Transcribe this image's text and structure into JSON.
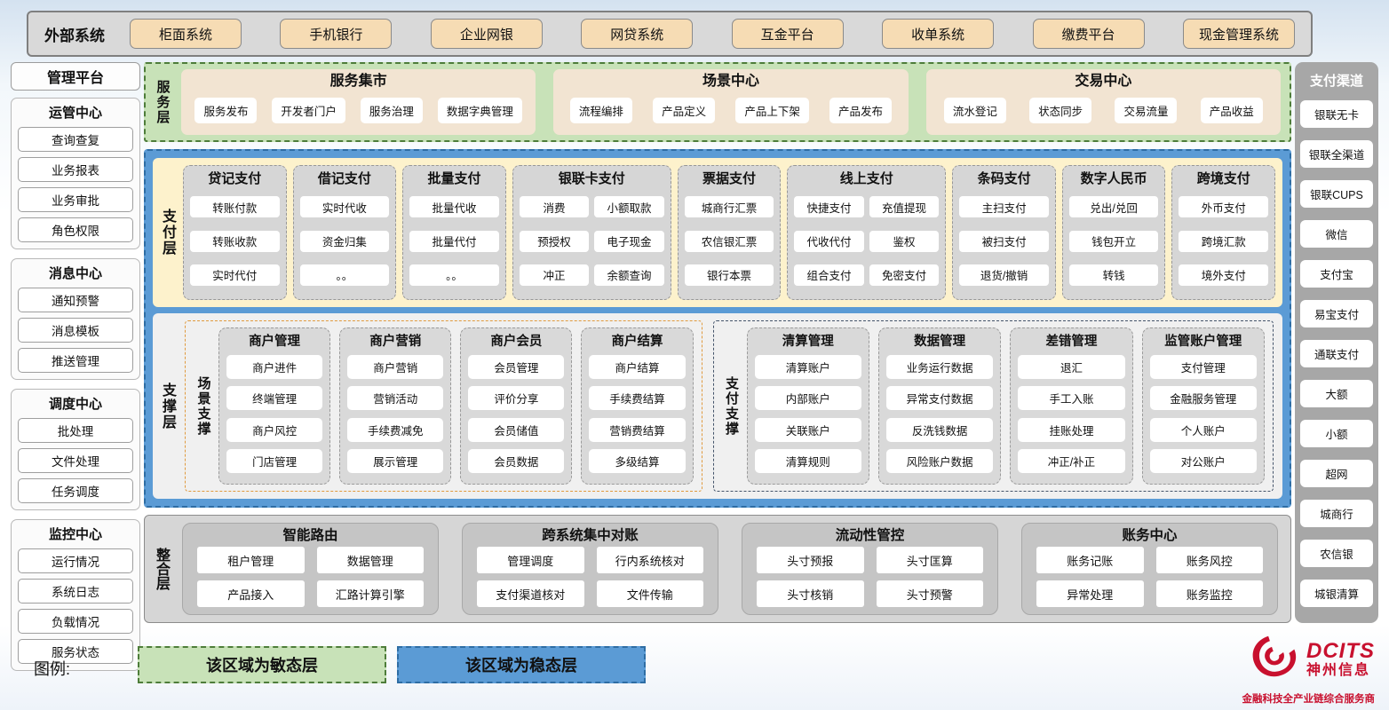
{
  "external_systems": {
    "title": "外部系统",
    "items": [
      "柜面系统",
      "手机银行",
      "企业网银",
      "网贷系统",
      "互金平台",
      "收单系统",
      "缴费平台",
      "现金管理系统"
    ]
  },
  "management_platform": {
    "title": "管理平台",
    "sections": [
      {
        "title": "运管中心",
        "items": [
          "查询查复",
          "业务报表",
          "业务审批",
          "角色权限"
        ]
      },
      {
        "title": "消息中心",
        "items": [
          "通知预警",
          "消息模板",
          "推送管理"
        ]
      },
      {
        "title": "调度中心",
        "items": [
          "批处理",
          "文件处理",
          "任务调度"
        ]
      },
      {
        "title": "监控中心",
        "items": [
          "运行情况",
          "系统日志",
          "负载情况",
          "服务状态"
        ]
      }
    ]
  },
  "service_layer": {
    "label": "服务层",
    "groups": [
      {
        "title": "服务集市",
        "items": [
          "服务发布",
          "开发者门户",
          "服务治理",
          "数据字典管理"
        ]
      },
      {
        "title": "场景中心",
        "items": [
          "流程编排",
          "产品定义",
          "产品上下架",
          "产品发布"
        ]
      },
      {
        "title": "交易中心",
        "items": [
          "流水登记",
          "状态同步",
          "交易流量",
          "产品收益"
        ]
      }
    ]
  },
  "payment_layer": {
    "label": "支付层",
    "columns": [
      {
        "title": "贷记支付",
        "cols": 1,
        "items": [
          "转账付款",
          "转账收款",
          "实时代付"
        ]
      },
      {
        "title": "借记支付",
        "cols": 1,
        "items": [
          "实时代收",
          "资金归集",
          "。。"
        ]
      },
      {
        "title": "批量支付",
        "cols": 1,
        "items": [
          "批量代收",
          "批量代付",
          "。。"
        ]
      },
      {
        "title": "银联卡支付",
        "cols": 2,
        "items": [
          "消费",
          "小额取款",
          "预授权",
          "电子现金",
          "冲正",
          "余额查询"
        ]
      },
      {
        "title": "票据支付",
        "cols": 1,
        "items": [
          "城商行汇票",
          "农信银汇票",
          "银行本票"
        ]
      },
      {
        "title": "线上支付",
        "cols": 2,
        "items": [
          "快捷支付",
          "充值提现",
          "代收代付",
          "鉴权",
          "组合支付",
          "免密支付"
        ]
      },
      {
        "title": "条码支付",
        "cols": 1,
        "items": [
          "主扫支付",
          "被扫支付",
          "退货/撤销"
        ]
      },
      {
        "title": "数字人民币",
        "cols": 1,
        "items": [
          "兑出/兑回",
          "钱包开立",
          "转钱"
        ]
      },
      {
        "title": "跨境支付",
        "cols": 1,
        "items": [
          "外币支付",
          "跨境汇款",
          "境外支付"
        ]
      }
    ]
  },
  "support_layer": {
    "label": "支撑层",
    "groups": [
      {
        "label": "场景支撑",
        "style": "orange",
        "columns": [
          {
            "title": "商户管理",
            "items": [
              "商户进件",
              "终端管理",
              "商户风控",
              "门店管理"
            ]
          },
          {
            "title": "商户营销",
            "items": [
              "商户营销",
              "营销活动",
              "手续费减免",
              "展示管理"
            ]
          },
          {
            "title": "商户会员",
            "items": [
              "会员管理",
              "评价分享",
              "会员储值",
              "会员数据"
            ]
          },
          {
            "title": "商户结算",
            "items": [
              "商户结算",
              "手续费结算",
              "营销费结算",
              "多级结算"
            ]
          }
        ]
      },
      {
        "label": "支付支撑",
        "style": "navy",
        "columns": [
          {
            "title": "清算管理",
            "items": [
              "清算账户",
              "内部账户",
              "关联账户",
              "清算规则"
            ]
          },
          {
            "title": "数据管理",
            "items": [
              "业务运行数据",
              "异常支付数据",
              "反洗钱数据",
              "风险账户数据"
            ]
          },
          {
            "title": "差错管理",
            "items": [
              "退汇",
              "手工入账",
              "挂账处理",
              "冲正/补正"
            ]
          },
          {
            "title": "监管账户管理",
            "items": [
              "支付管理",
              "金融服务管理",
              "个人账户",
              "对公账户"
            ]
          }
        ]
      }
    ]
  },
  "integration_layer": {
    "label": "整合层",
    "groups": [
      {
        "title": "智能路由",
        "items": [
          "租户管理",
          "数据管理",
          "产品接入",
          "汇路计算引擎"
        ]
      },
      {
        "title": "跨系统集中对账",
        "items": [
          "管理调度",
          "行内系统核对",
          "支付渠道核对",
          "文件传输"
        ]
      },
      {
        "title": "流动性管控",
        "items": [
          "头寸预报",
          "头寸匡算",
          "头寸核销",
          "头寸预警"
        ]
      },
      {
        "title": "账务中心",
        "items": [
          "账务记账",
          "账务风控",
          "异常处理",
          "账务监控"
        ]
      }
    ]
  },
  "payment_channels": {
    "title": "支付渠道",
    "items": [
      "银联无卡",
      "银联全渠道",
      "银联CUPS",
      "微信",
      "支付宝",
      "易宝支付",
      "通联支付",
      "大额",
      "小额",
      "超网",
      "城商行",
      "农信银",
      "城银清算"
    ]
  },
  "legend": {
    "label": "图例:",
    "items": [
      {
        "label": "该区域为敏态层",
        "type": "agile",
        "color": "#c8e2b8"
      },
      {
        "label": "该区域为稳态层",
        "type": "stable",
        "color": "#5b9bd5"
      }
    ]
  },
  "logo": {
    "name": "DCITS",
    "company": "神州信息",
    "tagline": "金融科技全产业链综合服务商",
    "brand_color": "#c8102e"
  }
}
